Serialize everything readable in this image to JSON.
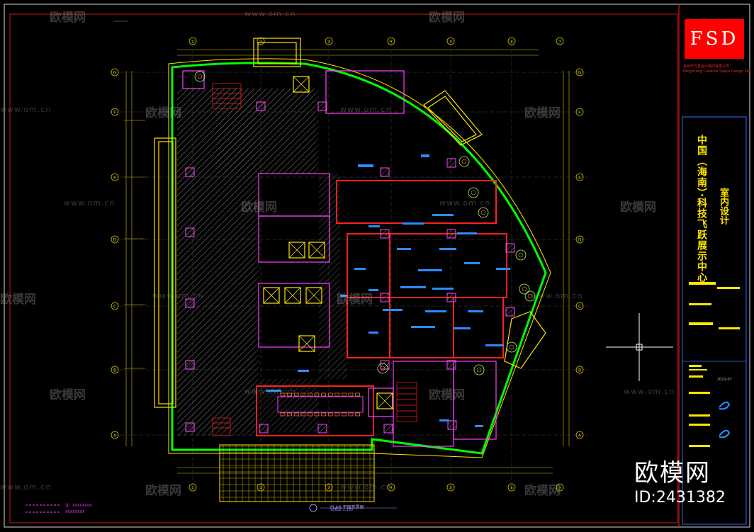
{
  "drawing": {
    "brand_logo": "FSD",
    "company_line1": "深圳市方圣设计顾问有限公司",
    "company_line2": "Fangsheng Creative Space Design Ltd.",
    "project_title": "中国（海南）·科技飞跃展示中心",
    "project_subtitle": "室内设计",
    "plan_caption": "PLAN 平面布置图",
    "plan_scale": "SCALE 1:100",
    "legend_1": "注：XXXXXXXX",
    "legend_2": "XXXXXXXX",
    "date_label": "2021-07",
    "grid_columns": [
      "①",
      "②",
      "③",
      "④",
      "⑤",
      "⑥",
      "⑦"
    ],
    "grid_rows": [
      "A",
      "B",
      "C",
      "D",
      "E",
      "F",
      "G"
    ]
  },
  "watermark": {
    "site_url": "www.om.cn",
    "brand_name": "欧模网",
    "corner_big": "欧模网",
    "corner_id": "ID:2431382"
  },
  "colors": {
    "background": "#000000",
    "wall_green": "#00ff00",
    "outline_yellow": "#ffe600",
    "accent_red": "#ff0000",
    "furniture_magenta": "#ff40ff",
    "equipment_blue": "#2b8cff"
  }
}
